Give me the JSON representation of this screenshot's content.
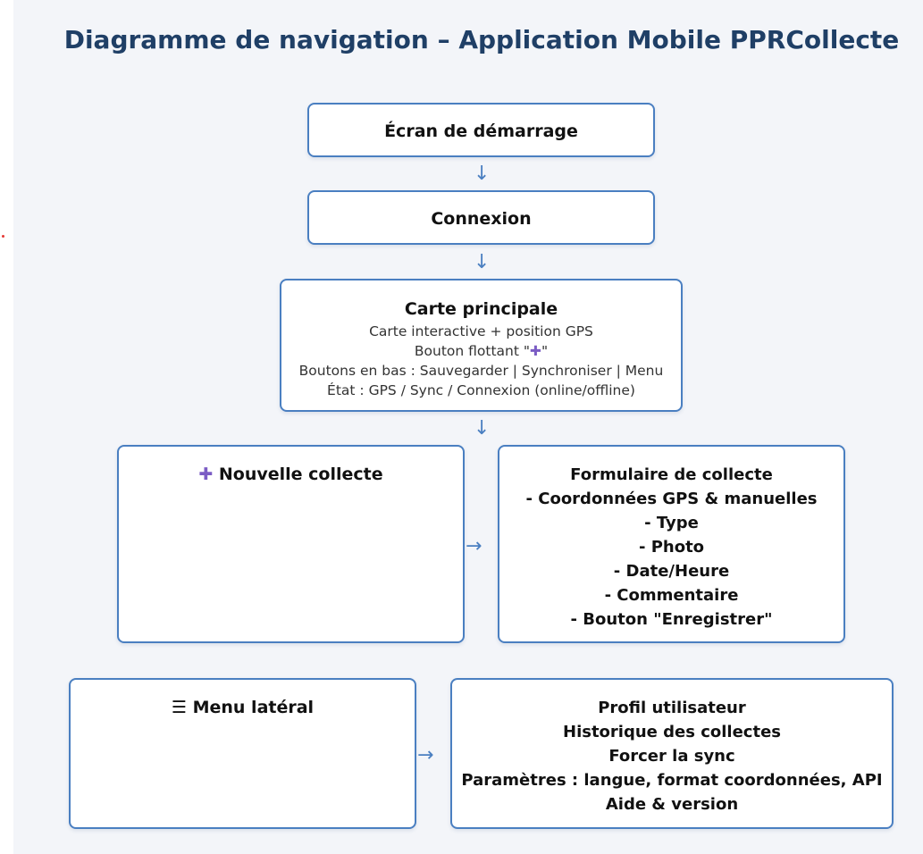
{
  "title": "Diagramme de navigation – Application Mobile PPRCollecte",
  "nodes": {
    "startup": {
      "title": "Écran de démarrage"
    },
    "login": {
      "title": "Connexion"
    },
    "main_map": {
      "title": "Carte principale",
      "line1": "Carte interactive + position GPS",
      "line2_before": "Bouton flottant \"",
      "line2_icon": "✚",
      "line2_after": "\"",
      "line3": "Boutons en bas : Sauvegarder | Synchroniser | Menu",
      "line4": "État : GPS / Sync / Connexion (online/offline)"
    },
    "new_collect": {
      "icon": "✚",
      "title": "Nouvelle collecte"
    },
    "form": {
      "title": "Formulaire de collecte",
      "items": [
        "- Coordonnées GPS & manuelles",
        "- Type",
        "- Photo",
        "- Date/Heure",
        "- Commentaire",
        "- Bouton \"Enregistrer\""
      ]
    },
    "side_menu": {
      "icon": "☰",
      "title": "Menu latéral"
    },
    "menu_items": {
      "items": [
        "Profil utilisateur",
        "Historique des collectes",
        "Forcer la sync",
        "Paramètres : langue, format coordonnées, API",
        "Aide & version"
      ]
    }
  },
  "arrows": {
    "down": "↓",
    "right": "→"
  },
  "colors": {
    "title": "#1f3f66",
    "border": "#4a7fc1",
    "background": "#f3f5f9",
    "accent_plus": "#7b5cc4"
  }
}
